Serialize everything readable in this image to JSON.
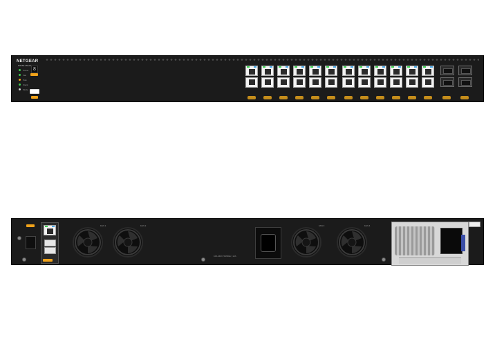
{
  "front_panel": {
    "brand": "NETGEAR",
    "model_text": "M4250-26G4F",
    "seven_segment": "8",
    "status_leds": [
      {
        "label": "Power",
        "color": "#3ccf50"
      },
      {
        "label": "Fan",
        "color": "#3ccf50"
      },
      {
        "label": "PoE",
        "color": "#f0a21a"
      },
      {
        "label": "Stack",
        "color": "#3ccf50"
      },
      {
        "label": "Mode",
        "color": "#cccccc"
      }
    ],
    "tags": [
      "",
      "",
      ""
    ],
    "rj45_groups": 2,
    "rj45_columns_per_group": 6,
    "sfp_columns": 2
  },
  "rear_panel": {
    "fan_labels": [
      "FAN 1",
      "FAN 2",
      "FAN 3",
      "FAN 4"
    ],
    "power_rating": "100-240V, 50/60Hz, 12A",
    "tags": [
      "",
      ""
    ]
  },
  "colors": {
    "chassis": "#1b1b1b",
    "accent_orange": "#f0a21a",
    "link_led_green": "#3ccf50",
    "activity_led_blue": "#4aa8e8",
    "port_face": "#f2f2f2"
  }
}
